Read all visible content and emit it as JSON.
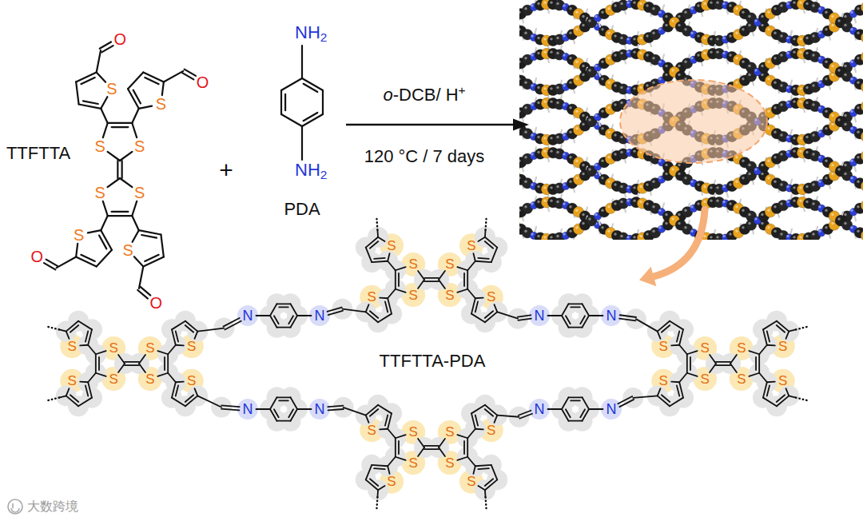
{
  "diagram": {
    "labels": [
      "TTFTTA",
      "S",
      "S",
      "S",
      "S",
      "S",
      "O",
      "S",
      "O",
      "S",
      "O",
      "S",
      "O",
      "+",
      "NH2",
      "NH2",
      "PDA",
      "o-DCB/ H+",
      "120 °C / 7 days",
      "TTFTTA-PDA",
      "S",
      "S",
      "S",
      "S",
      "S",
      "S",
      "S",
      "S",
      "S",
      "S",
      "S",
      "S",
      "S",
      "S",
      "S",
      "S",
      "S",
      "S",
      "S",
      "S",
      "S",
      "S",
      "S",
      "S",
      "S",
      "S",
      "S",
      "S",
      "S",
      "S",
      "S",
      "S",
      "N",
      "N",
      "N",
      "N",
      "N",
      "N",
      "N",
      "N",
      "大数跨境"
    ]
  }
}
